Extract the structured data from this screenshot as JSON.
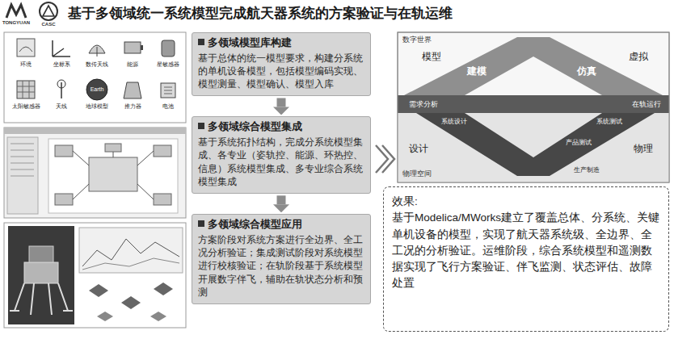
{
  "diagram": {
    "title": "基于多领域统一系统模型完成航天器系统的方案验证与在轨运维",
    "nodes": [
      {
        "text": [
          "多领域模型库构建",
          "基于总体的统一模型要求，构建分系统的单机设备模型，包括模型编码实现、模型测量、模型确认、模型入库"
        ]
      },
      {
        "text": [
          "多领域综合模型集成",
          "基于系统拓扑结构，完成分系统模型集成、各专业（姿轨控、能源、环热控、信息）系统模型集成、多专业综合系统模型集成"
        ]
      },
      {
        "text": [
          "多领域综合模型应用",
          "方案阶段对系统方案进行全边界、全工况分析验证；集成测试阶段对系统模型进行校核验证；在轨阶段基于系统模型开展数字伴飞，辅助在轨状态分析和预测"
        ]
      },
      {
        "text": [
          "效果:",
          "基于Modelica/MWorks建立了覆盖总体、分系统、关键单机设备的模型，实现了航天器系统级、全边界、全工况的分析验证。运维阶段，综合系统模型和遥测数据实现了飞行方案验证、伴飞监测、状态评估、故障处置"
        ]
      }
    ],
    "edges": [
      {
        "from": 0,
        "to": 1,
        "arrow": "to"
      },
      {
        "from": 1,
        "to": 2,
        "arrow": "to"
      }
    ],
    "labels": [
      "TONGYUAN",
      "CASC",
      "环境",
      "坐标系",
      "数传天线",
      "能源",
      "星敏感器",
      "太阳敏感器",
      "天线",
      "Earth",
      "地球模型",
      "推力器",
      "电池",
      "数字世界",
      "模型",
      "建模",
      "仿真",
      "虚拟",
      "需求分析",
      "在轨运行",
      "系统设计",
      "系统测试",
      "设计",
      "产品测试",
      "物理",
      "生产制造",
      "物理空间"
    ]
  }
}
